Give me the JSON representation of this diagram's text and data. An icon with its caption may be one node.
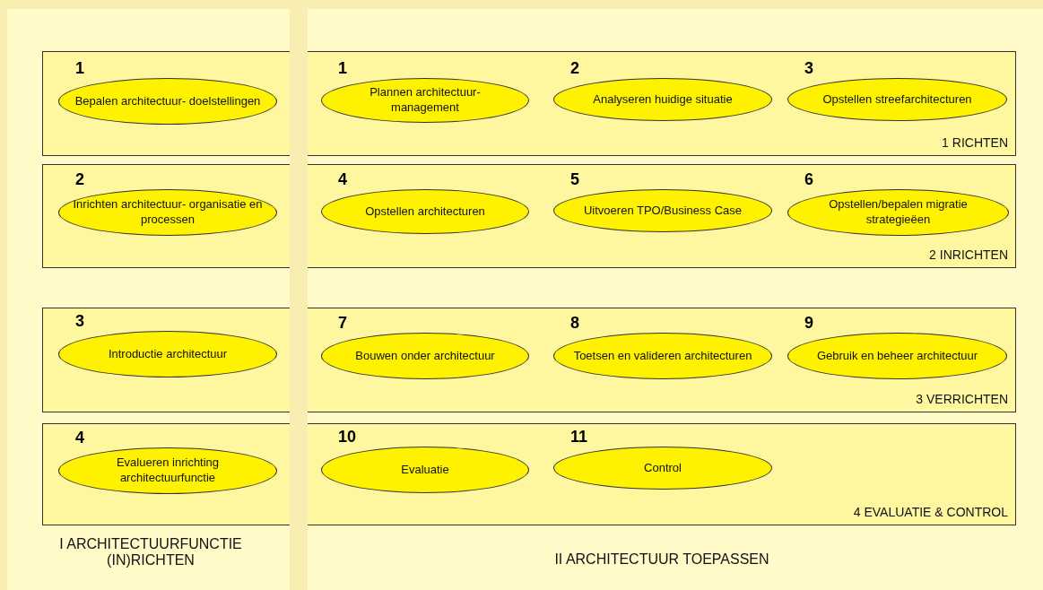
{
  "diagram": {
    "nodes": [
      {
        "text": [
          "I ARCHITECTUURFUNCTIE (IN)RICHTEN"
        ]
      },
      {
        "text": [],
        "shape": "box",
        "in": 0
      },
      {
        "text": [
          "1",
          "Bepalen architectuur- doelstellingen"
        ],
        "in": 1
      },
      {
        "text": [],
        "shape": "box",
        "in": 0
      },
      {
        "text": [
          "2",
          "Inrichten architectuur- organisatie en processen"
        ],
        "in": 3
      },
      {
        "text": [],
        "shape": "box",
        "in": 0
      },
      {
        "text": [
          "3",
          "Introductie architectuur"
        ],
        "in": 5
      },
      {
        "text": [],
        "shape": "box",
        "in": 0
      },
      {
        "text": [
          "4",
          "Evalueren inrichting architectuurfunctie"
        ],
        "in": 7
      },
      {
        "text": [
          "II ARCHITECTUUR TOEPASSEN"
        ]
      },
      {
        "text": [
          "1 RICHTEN"
        ],
        "in": 9
      },
      {
        "text": [
          "1",
          "Plannen architectuur- management"
        ],
        "in": 10
      },
      {
        "text": [
          "2",
          "Analyseren huidige situatie"
        ],
        "in": 10
      },
      {
        "text": [
          "3",
          "Opstellen streefarchitecturen"
        ],
        "in": 10
      },
      {
        "text": [
          "2 INRICHTEN"
        ],
        "in": 9
      },
      {
        "text": [
          "4",
          "Opstellen architecturen"
        ],
        "in": 14
      },
      {
        "text": [
          "5",
          "Uitvoeren TPO/Business Case"
        ],
        "in": 14
      },
      {
        "text": [
          "6",
          "Opstellen/bepalen migratie strategieëen"
        ],
        "in": 14
      },
      {
        "text": [
          "3 VERRICHTEN"
        ],
        "in": 9
      },
      {
        "text": [
          "7",
          "Bouwen onder architectuur"
        ],
        "in": 18
      },
      {
        "text": [
          "8",
          "Toetsen en valideren architecturen"
        ],
        "in": 18
      },
      {
        "text": [
          "9",
          "Gebruik en beheer architectuur"
        ],
        "in": 18
      },
      {
        "text": [
          "4 EVALUATIE & CONTROL"
        ],
        "in": 9
      },
      {
        "text": [
          "10",
          "Evaluatie"
        ],
        "in": 22
      },
      {
        "text": [
          "11",
          "Control"
        ],
        "in": 22
      }
    ]
  }
}
